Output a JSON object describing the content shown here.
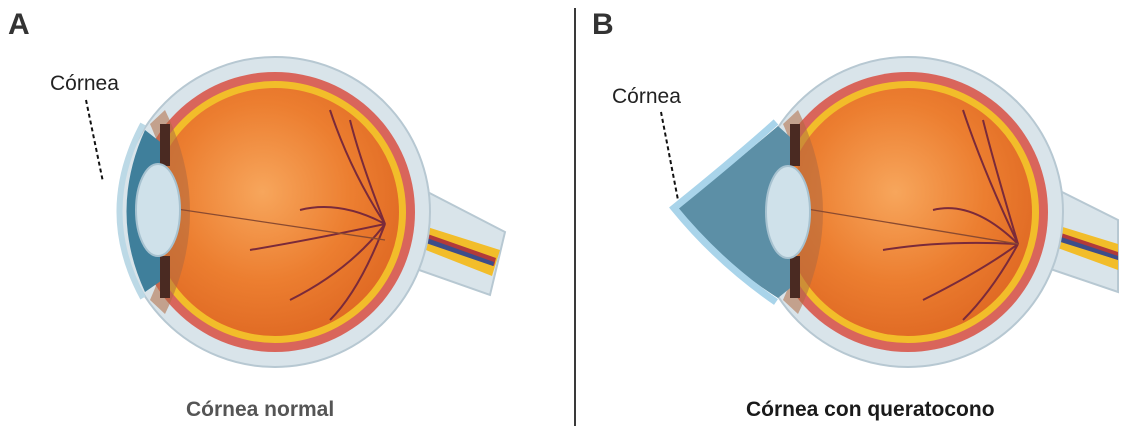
{
  "panel_a": {
    "letter": "A",
    "cornea_label": "Córnea",
    "caption": "Córnea normal",
    "caption_color": "#555555"
  },
  "panel_b": {
    "letter": "B",
    "cornea_label": "Córnea",
    "caption": "Córnea con queratocono",
    "caption_color": "#1a1a1a"
  },
  "colors": {
    "sclera_outer": "#d9e4ea",
    "sclera_edge": "#b7c8d2",
    "choroid": "#d9655b",
    "retina_yellow": "#f2bd2a",
    "vitreous": "#ea7a2c",
    "vitreous_highlight": "#f6a058",
    "anterior_chamber": "#3f7f9b",
    "cornea_thin": "#bcd9e6",
    "cornea_cone": "#a9d4ea",
    "lens": "#cfe1ea",
    "iris": "#4a2a22",
    "vessels": "#7a2a3a",
    "nerve_blue": "#3d4d8a"
  }
}
